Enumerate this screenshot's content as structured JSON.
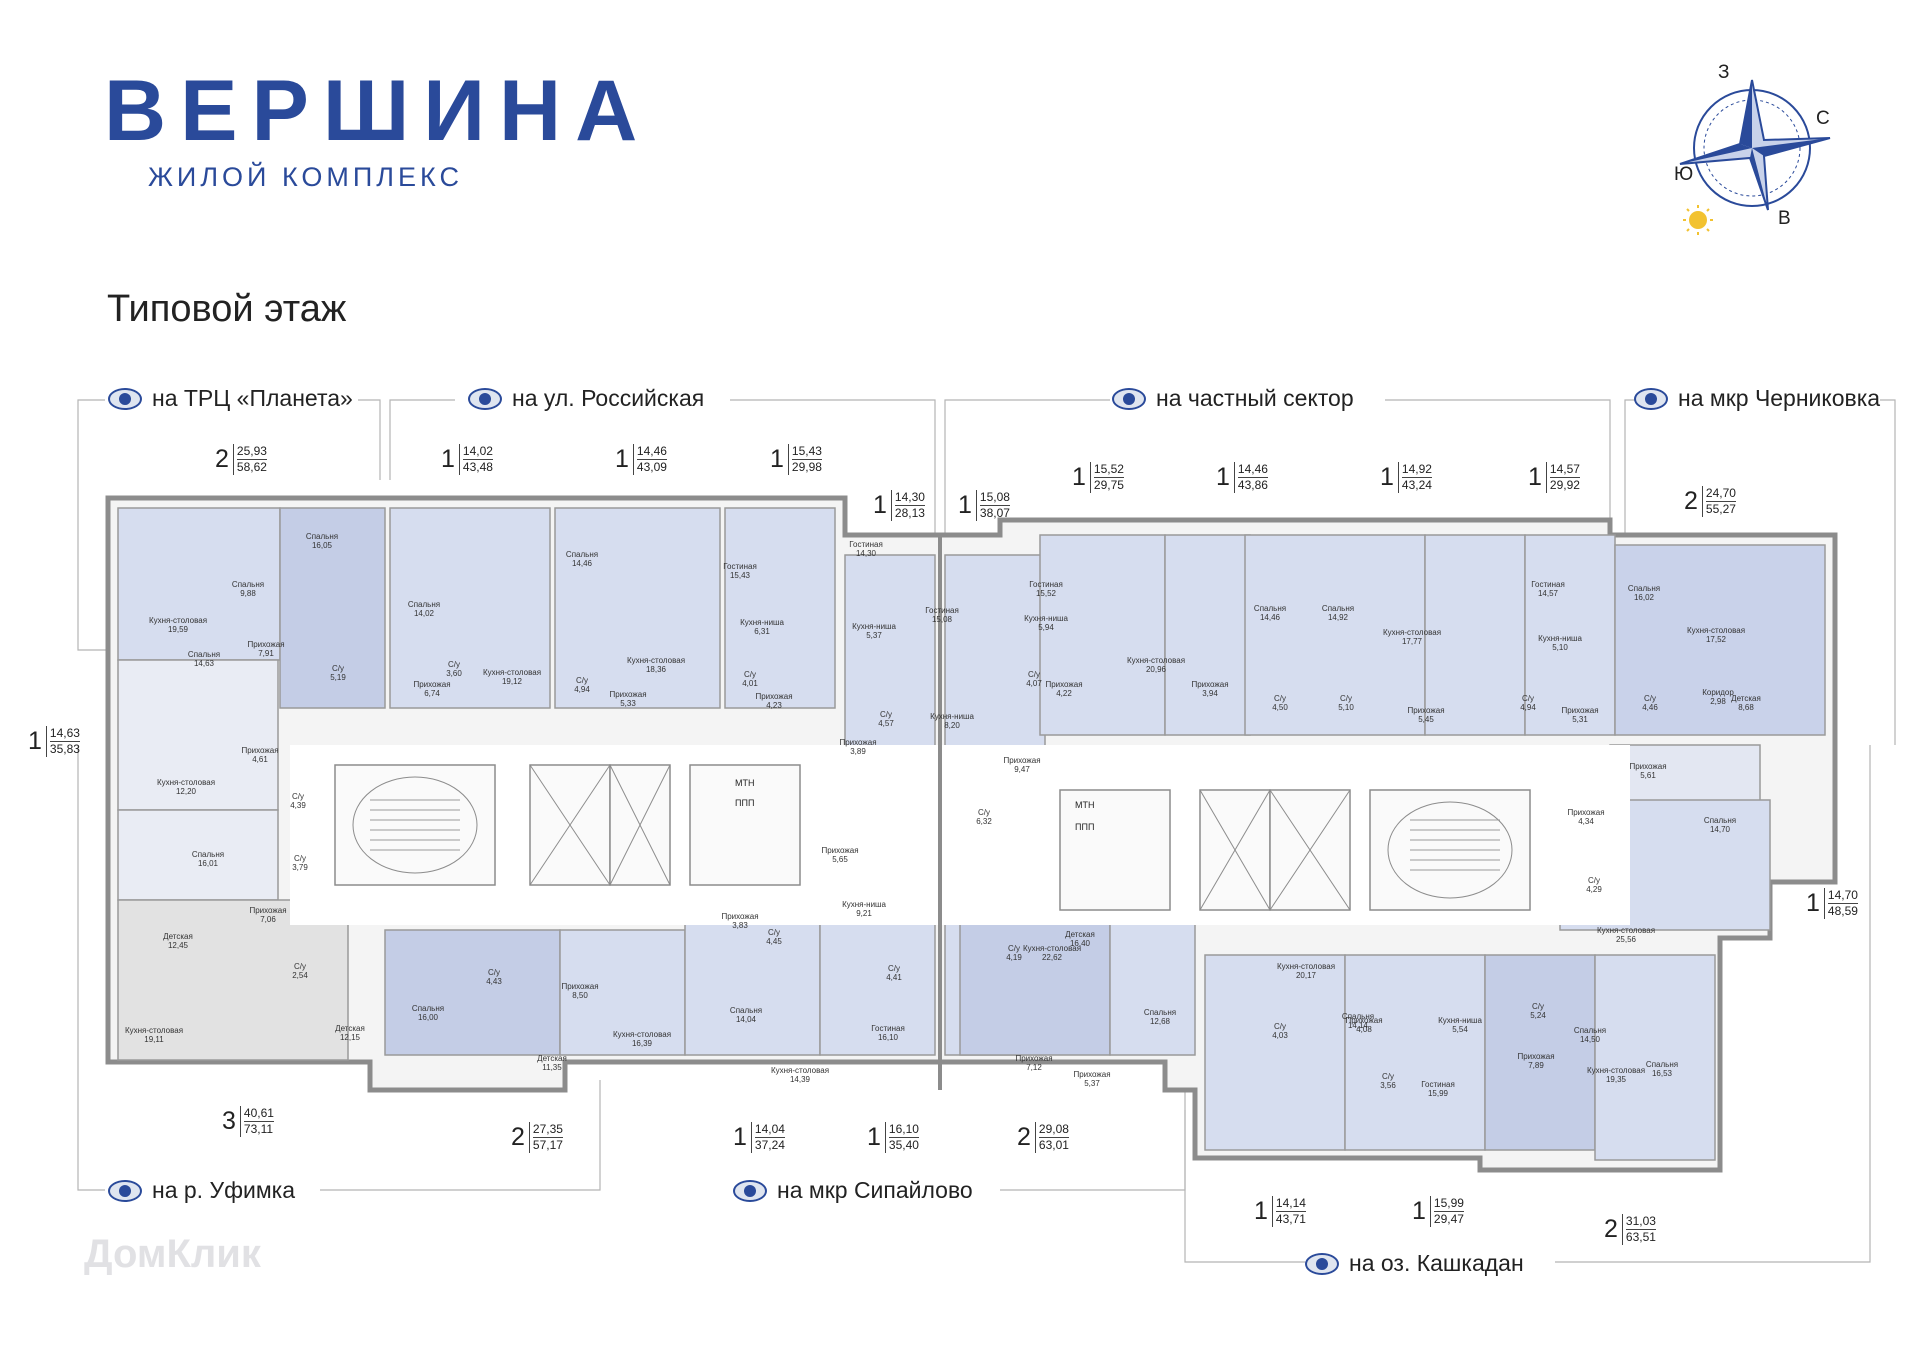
{
  "brand": {
    "name": "ВЕРШИНА",
    "subtitle": "ЖИЛОЙ КОМПЛЕКС"
  },
  "page_title": "Типовой этаж",
  "compass": {
    "north": "С",
    "south": "Ю",
    "east": "В",
    "west": "З"
  },
  "views": {
    "planeta": "на ТРЦ «Планета»",
    "rossiyskaya": "на ул. Российская",
    "private": "на частный сектор",
    "chernikovka": "на мкр Черниковка",
    "ufimka": "на р. Уфимка",
    "sipaylovo": "на мкр Сипайлово",
    "kashkadan": "на оз. Кашкадан"
  },
  "apartments": [
    {
      "rooms": "2",
      "living": "25,93",
      "total": "58,62"
    },
    {
      "rooms": "1",
      "living": "14,02",
      "total": "43,48"
    },
    {
      "rooms": "1",
      "living": "14,46",
      "total": "43,09"
    },
    {
      "rooms": "1",
      "living": "15,43",
      "total": "29,98"
    },
    {
      "rooms": "1",
      "living": "14,30",
      "total": "28,13"
    },
    {
      "rooms": "1",
      "living": "15,08",
      "total": "38,07"
    },
    {
      "rooms": "1",
      "living": "15,52",
      "total": "29,75"
    },
    {
      "rooms": "1",
      "living": "14,46",
      "total": "43,86"
    },
    {
      "rooms": "1",
      "living": "14,92",
      "total": "43,24"
    },
    {
      "rooms": "1",
      "living": "14,57",
      "total": "29,92"
    },
    {
      "rooms": "2",
      "living": "24,70",
      "total": "55,27"
    },
    {
      "rooms": "1",
      "living": "14,63",
      "total": "35,83"
    },
    {
      "rooms": "1",
      "living": "14,70",
      "total": "48,59"
    },
    {
      "rooms": "3",
      "living": "40,61",
      "total": "73,11"
    },
    {
      "rooms": "2",
      "living": "27,35",
      "total": "57,17"
    },
    {
      "rooms": "1",
      "living": "14,04",
      "total": "37,24"
    },
    {
      "rooms": "1",
      "living": "16,10",
      "total": "35,40"
    },
    {
      "rooms": "2",
      "living": "29,08",
      "total": "63,01"
    },
    {
      "rooms": "1",
      "living": "14,14",
      "total": "43,71"
    },
    {
      "rooms": "1",
      "living": "15,99",
      "total": "29,47"
    },
    {
      "rooms": "2",
      "living": "31,03",
      "total": "63,51"
    }
  ],
  "rooms": [
    {
      "name": "Спальня",
      "area": "16,05"
    },
    {
      "name": "Спальня",
      "area": "9,88"
    },
    {
      "name": "Кухня-столовая",
      "area": "19,59"
    },
    {
      "name": "Прихожая",
      "area": "7,91"
    },
    {
      "name": "С/у",
      "area": "5,19"
    },
    {
      "name": "Спальня",
      "area": "14,02"
    },
    {
      "name": "С/у",
      "area": "3,60"
    },
    {
      "name": "Прихожая",
      "area": "6,74"
    },
    {
      "name": "Кухня-столовая",
      "area": "19,12"
    },
    {
      "name": "Спальня",
      "area": "14,46"
    },
    {
      "name": "С/у",
      "area": "4,94"
    },
    {
      "name": "Кухня-столовая",
      "area": "18,36"
    },
    {
      "name": "Прихожая",
      "area": "5,33"
    },
    {
      "name": "Гостиная",
      "area": "15,43"
    },
    {
      "name": "Кухня-ниша",
      "area": "6,31"
    },
    {
      "name": "С/у",
      "area": "4,01"
    },
    {
      "name": "Прихожая",
      "area": "4,23"
    },
    {
      "name": "Гостиная",
      "area": "14,30"
    },
    {
      "name": "Кухня-ниша",
      "area": "5,37"
    },
    {
      "name": "Прихожая",
      "area": "3,89"
    },
    {
      "name": "С/у",
      "area": "4,57"
    },
    {
      "name": "Гостиная",
      "area": "15,08"
    },
    {
      "name": "Кухня-ниша",
      "area": "8,20"
    },
    {
      "name": "Прихожая",
      "area": "9,47"
    },
    {
      "name": "С/у",
      "area": "6,32"
    },
    {
      "name": "Гостиная",
      "area": "15,52"
    },
    {
      "name": "Кухня-ниша",
      "area": "5,94"
    },
    {
      "name": "С/у",
      "area": "4,07"
    },
    {
      "name": "Прихожая",
      "area": "4,22"
    },
    {
      "name": "Кухня-столовая",
      "area": "20,96"
    },
    {
      "name": "Прихожая",
      "area": "3,94"
    },
    {
      "name": "Спальня",
      "area": "14,46"
    },
    {
      "name": "С/у",
      "area": "4,50"
    },
    {
      "name": "Спальня",
      "area": "14,92"
    },
    {
      "name": "С/у",
      "area": "5,10"
    },
    {
      "name": "Кухня-столовая",
      "area": "17,77"
    },
    {
      "name": "Прихожая",
      "area": "5,45"
    },
    {
      "name": "Гостиная",
      "area": "14,57"
    },
    {
      "name": "Кухня-ниша",
      "area": "5,10"
    },
    {
      "name": "С/у",
      "area": "4,94"
    },
    {
      "name": "Прихожая",
      "area": "5,31"
    },
    {
      "name": "Спальня",
      "area": "16,02"
    },
    {
      "name": "Кухня-столовая",
      "area": "17,52"
    },
    {
      "name": "Коридор",
      "area": "2,98"
    },
    {
      "name": "С/у",
      "area": "4,46"
    },
    {
      "name": "Детская",
      "area": "8,68"
    },
    {
      "name": "Прихожая",
      "area": "5,61"
    },
    {
      "name": "Спальня",
      "area": "14,70"
    },
    {
      "name": "Прихожая",
      "area": "4,34"
    },
    {
      "name": "С/у",
      "area": "4,29"
    },
    {
      "name": "Кухня-столовая",
      "area": "25,56"
    },
    {
      "name": "Спальня",
      "area": "14,63"
    },
    {
      "name": "Прихожая",
      "area": "4,61"
    },
    {
      "name": "Кухня-столовая",
      "area": "12,20"
    },
    {
      "name": "С/у",
      "area": "4,39"
    },
    {
      "name": "Спальня",
      "area": "16,01"
    },
    {
      "name": "С/у",
      "area": "3,79"
    },
    {
      "name": "Прихожая",
      "area": "7,06"
    },
    {
      "name": "Детская",
      "area": "12,45"
    },
    {
      "name": "С/у",
      "area": "2,54"
    },
    {
      "name": "Кухня-столовая",
      "area": "19,11"
    },
    {
      "name": "Детская",
      "area": "12,15"
    },
    {
      "name": "Спальня",
      "area": "16,00"
    },
    {
      "name": "С/у",
      "area": "4,43"
    },
    {
      "name": "Прихожая",
      "area": "8,50"
    },
    {
      "name": "Кухня-столовая",
      "area": "16,39"
    },
    {
      "name": "Детская",
      "area": "11,35"
    },
    {
      "name": "Прихожая",
      "area": "3,83"
    },
    {
      "name": "С/у",
      "area": "4,45"
    },
    {
      "name": "Спальня",
      "area": "14,04"
    },
    {
      "name": "Кухня-столовая",
      "area": "14,39"
    },
    {
      "name": "Прихожая",
      "area": "5,65"
    },
    {
      "name": "Кухня-ниша",
      "area": "9,21"
    },
    {
      "name": "С/у",
      "area": "4,41"
    },
    {
      "name": "Гостиная",
      "area": "16,10"
    },
    {
      "name": "С/у",
      "area": "4,19"
    },
    {
      "name": "Кухня-столовая",
      "area": "22,62"
    },
    {
      "name": "Прихожая",
      "area": "7,12"
    },
    {
      "name": "Детская",
      "area": "16,40"
    },
    {
      "name": "Спальня",
      "area": "12,68"
    },
    {
      "name": "Прихожая",
      "area": "5,37"
    },
    {
      "name": "Кухня-столовая",
      "area": "20,17"
    },
    {
      "name": "С/у",
      "area": "4,03"
    },
    {
      "name": "Спальня",
      "area": "14,14"
    },
    {
      "name": "Прихожая",
      "area": "4,08"
    },
    {
      "name": "С/у",
      "area": "3,56"
    },
    {
      "name": "Кухня-ниша",
      "area": "5,54"
    },
    {
      "name": "Гостиная",
      "area": "15,99"
    },
    {
      "name": "С/у",
      "area": "5,24"
    },
    {
      "name": "Прихожая",
      "area": "7,89"
    },
    {
      "name": "Спальня",
      "area": "14,50"
    },
    {
      "name": "Спальня",
      "area": "16,53"
    },
    {
      "name": "Кухня-столовая",
      "area": "19,35"
    }
  ],
  "elevator_labels": [
    "МТН",
    "ППП"
  ],
  "watermark": "ДомКлик",
  "colors": {
    "brand": "#2a4a9a",
    "apt_fill": "#d6ddef",
    "apt_fill_alt": "#e9ecf4",
    "wall": "#8c8c8c",
    "gray_unit": "#e2e2e2"
  }
}
